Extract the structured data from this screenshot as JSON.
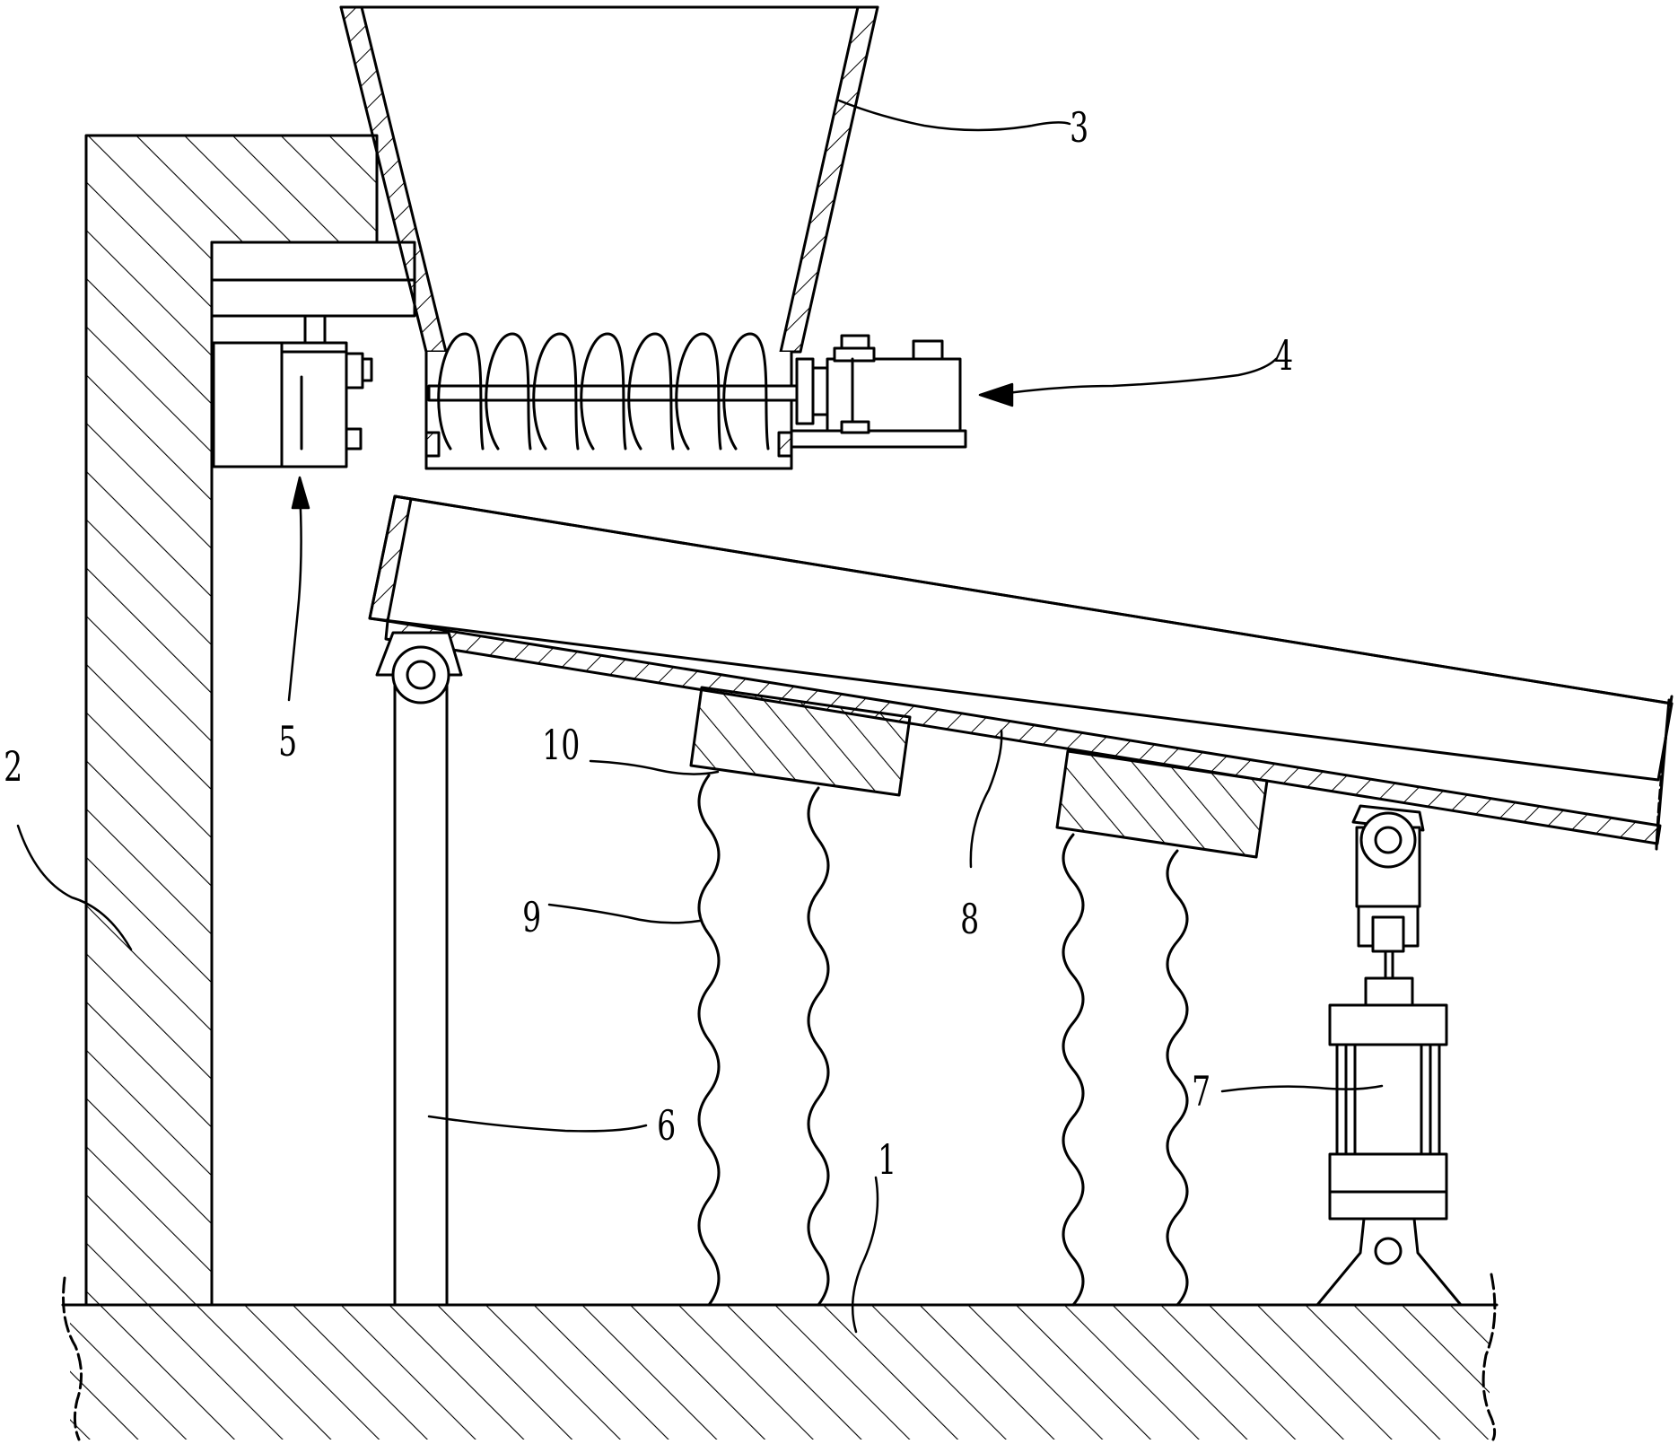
{
  "colors": {
    "line": "#000000",
    "background": "#ffffff"
  },
  "labels": {
    "base": "1",
    "wall": "2",
    "hopper": "3",
    "screw_conveyor": "4",
    "motor_unit": "5",
    "support_post": "6",
    "hydraulic_cylinder": "7",
    "tilting_tray": "8",
    "springs": "9",
    "spring_block": "10"
  }
}
